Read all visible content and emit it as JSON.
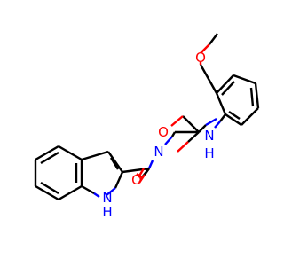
{
  "molecule": {
    "atoms": {
      "carbonyl_o1": {
        "label": "O",
        "color": "#ff0000"
      },
      "carbonyl_o2": {
        "label": "O",
        "color": "#ff0000"
      },
      "ether_o": {
        "label": "O",
        "color": "#ff0000"
      },
      "amide_n1": {
        "label": "N",
        "color": "#0000ff"
      },
      "amide_n2_n": {
        "label": "N",
        "color": "#0000ff"
      },
      "amide_n2_h": {
        "label": "H",
        "color": "#0000ff"
      },
      "indole_n": {
        "label": "N",
        "color": "#0000ff"
      },
      "indole_h": {
        "label": "H",
        "color": "#0000ff"
      }
    },
    "colors": {
      "carbon_bond": "#000000",
      "oxygen": "#ff0000",
      "nitrogen": "#0000ff"
    }
  }
}
